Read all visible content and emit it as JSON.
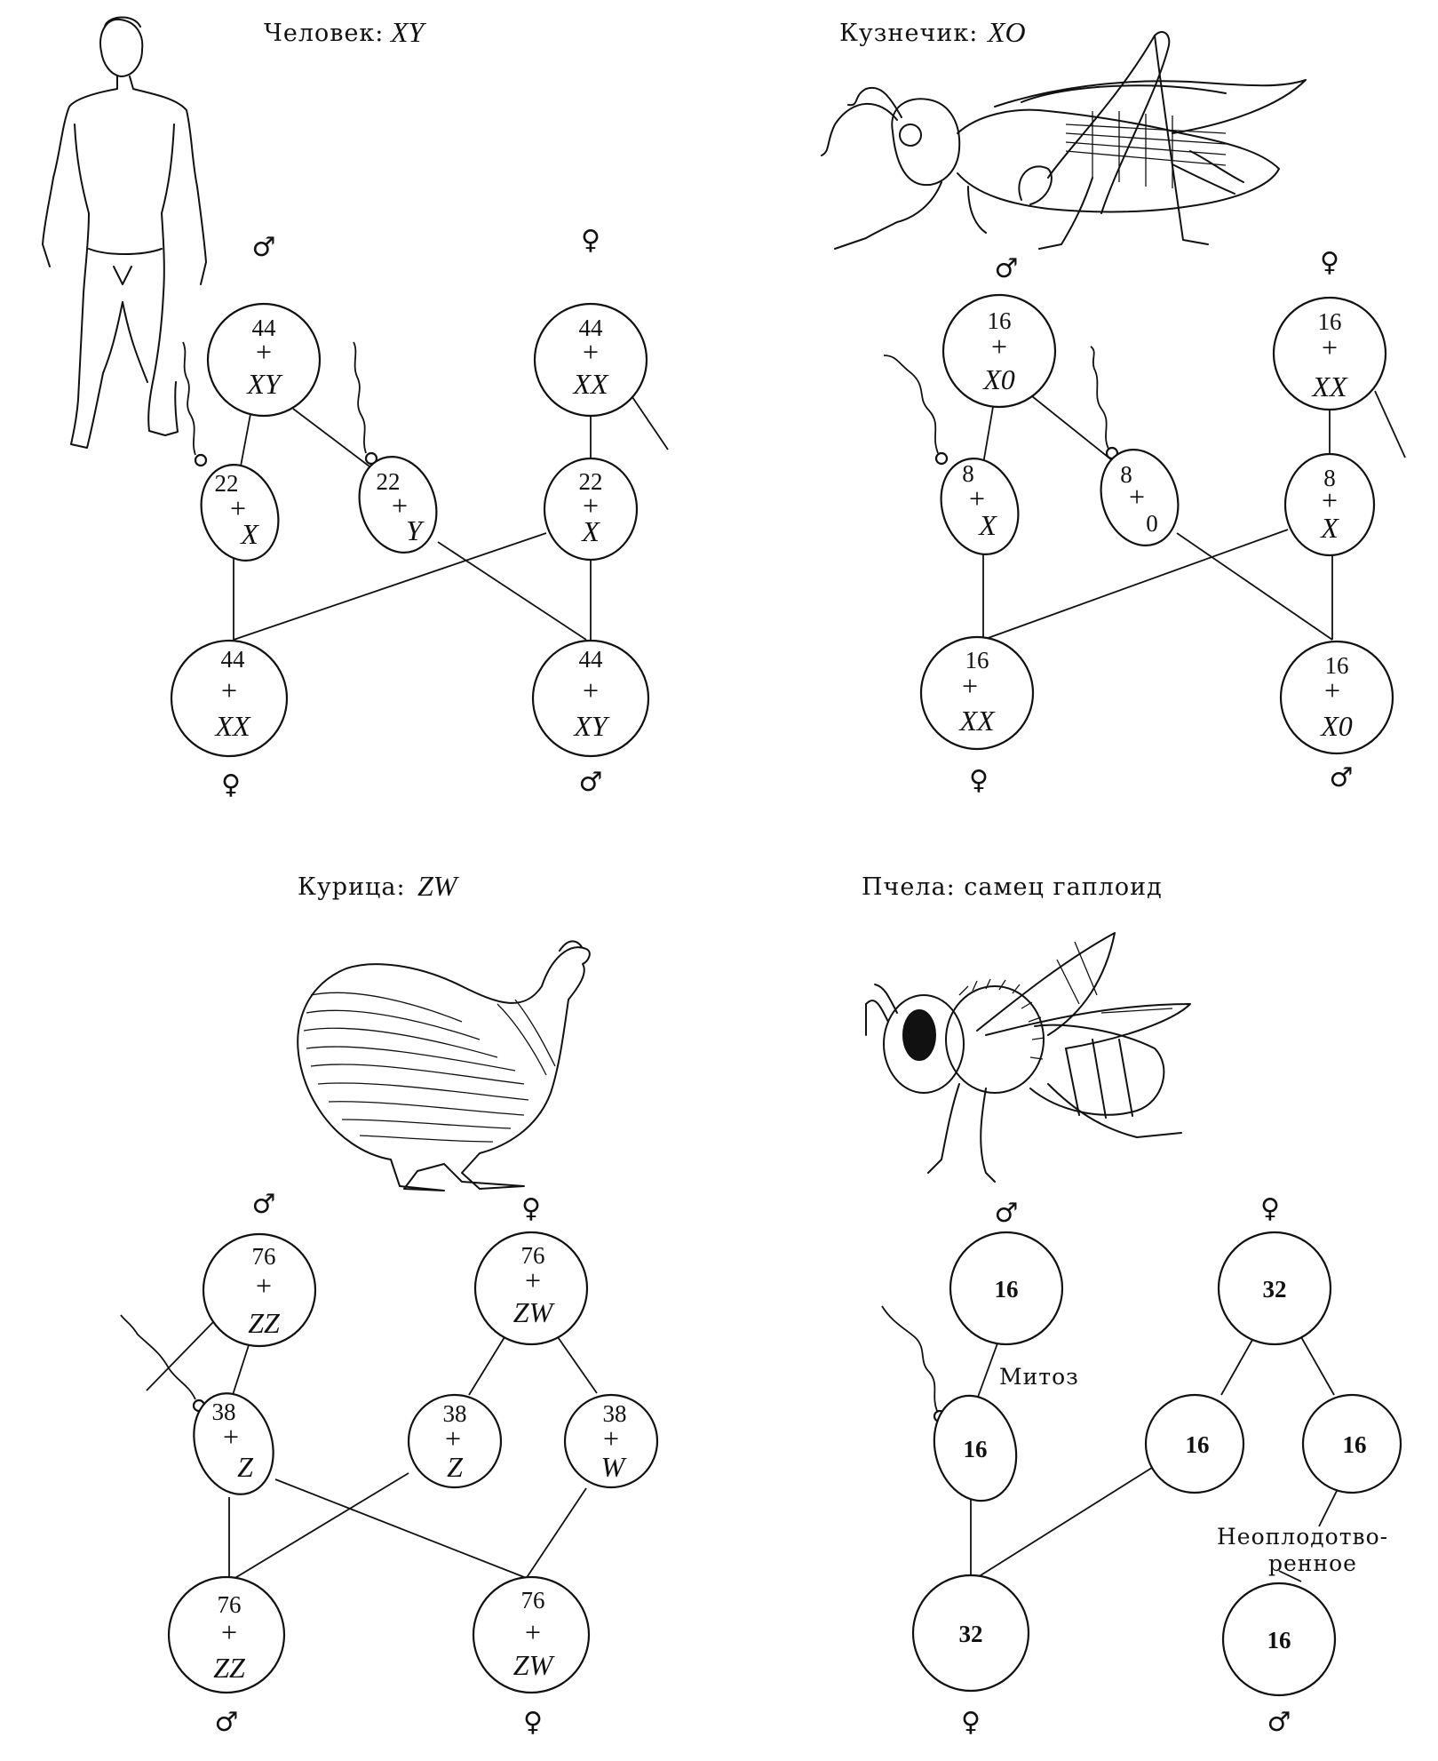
{
  "panels": {
    "human": {
      "title": "Человек:",
      "title_sym": "XY",
      "male_parent": {
        "num": "44",
        "plus": "+",
        "chr": "XY"
      },
      "female_parent": {
        "num": "44",
        "plus": "+",
        "chr": "XX"
      },
      "gametes": [
        {
          "num": "22",
          "plus": "+",
          "chr": "X"
        },
        {
          "num": "22",
          "plus": "+",
          "chr": "Y"
        },
        {
          "num": "22",
          "plus": "+",
          "chr": "X"
        }
      ],
      "offspring": [
        {
          "num": "44",
          "plus": "+",
          "chr": "XX"
        },
        {
          "num": "44",
          "plus": "+",
          "chr": "XY"
        }
      ],
      "signs": {
        "male_parent": "♂",
        "female_parent": "♀",
        "off_female": "♀",
        "off_male": "♂"
      }
    },
    "grasshopper": {
      "title": "Кузнечик:",
      "title_sym": "XO",
      "male_parent": {
        "num": "16",
        "plus": "+",
        "chr": "X0"
      },
      "female_parent": {
        "num": "16",
        "plus": "+",
        "chr": "XX"
      },
      "gametes": [
        {
          "num": "8",
          "plus": "+",
          "chr": "X"
        },
        {
          "num": "8",
          "plus": "+",
          "chr": "0"
        },
        {
          "num": "8",
          "plus": "+",
          "chr": "X"
        }
      ],
      "offspring": [
        {
          "num": "16",
          "plus": "+",
          "chr": "XX"
        },
        {
          "num": "16",
          "plus": "+",
          "chr": "X0"
        }
      ],
      "signs": {
        "male_parent": "♂",
        "female_parent": "♀",
        "off_female": "♀",
        "off_male": "♂"
      }
    },
    "chicken": {
      "title": "Курица:",
      "title_sym": "ZW",
      "male_parent": {
        "num": "76",
        "plus": "+",
        "chr": "ZZ"
      },
      "female_parent": {
        "num": "76",
        "plus": "+",
        "chr": "ZW"
      },
      "gametes": [
        {
          "num": "38",
          "plus": "+",
          "chr": "Z"
        },
        {
          "num": "38",
          "plus": "+",
          "chr": "Z"
        },
        {
          "num": "38",
          "plus": "+",
          "chr": "W"
        }
      ],
      "offspring": [
        {
          "num": "76",
          "plus": "+",
          "chr": "ZZ"
        },
        {
          "num": "76",
          "plus": "+",
          "chr": "ZW"
        }
      ],
      "signs": {
        "male_parent": "♂",
        "female_parent": "♀",
        "off_male": "♂",
        "off_female": "♀"
      }
    },
    "bee": {
      "title": "Пчела: самец гаплоид",
      "male_parent": "16",
      "female_parent": "32",
      "sperm": "16",
      "eggs": [
        "16",
        "16"
      ],
      "offspring": [
        "32",
        "16"
      ],
      "mitosis_label": "Митоз",
      "unfertilized_label_1": "Неоплодотво-",
      "unfertilized_label_2": "ренное",
      "signs": {
        "male_parent": "♂",
        "female_parent": "♀",
        "off_female": "♀",
        "off_male": "♂"
      }
    }
  }
}
